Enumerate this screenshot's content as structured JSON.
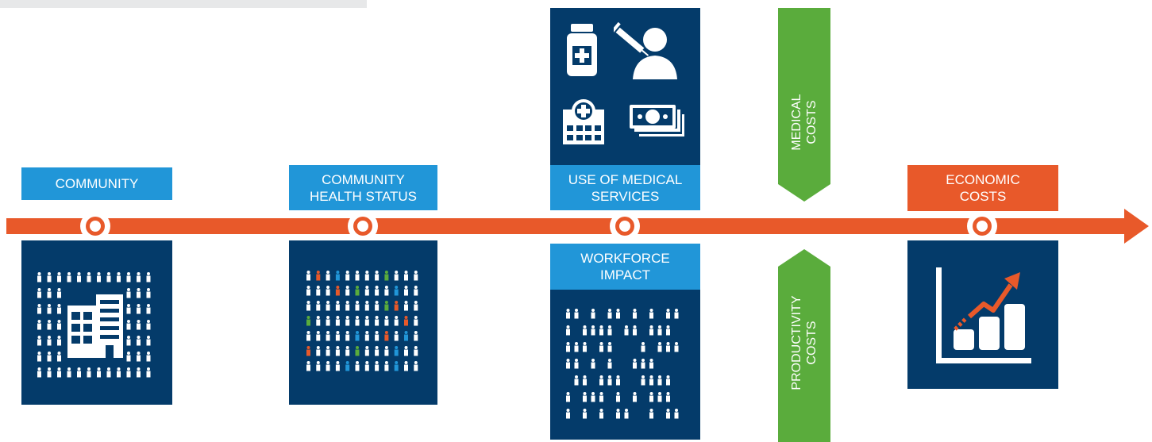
{
  "colors": {
    "navy": "#043b6a",
    "blue": "#2196d8",
    "orange": "#e8592a",
    "green": "#5aac3c",
    "white": "#ffffff",
    "red_person": "#e8592a",
    "green_person": "#5aac3c",
    "blue_person": "#2196d8"
  },
  "stages": {
    "community": {
      "label": "COMMUNITY",
      "icon": "buildings-with-people-icon"
    },
    "health_status": {
      "label_line1": "COMMUNITY",
      "label_line2": "HEALTH STATUS",
      "icon": "population-health-grid-icon"
    },
    "medical_services": {
      "label_line1": "USE OF MEDICAL",
      "label_line2": "SERVICES",
      "icons": [
        "medicine-bottle-icon",
        "vaccination-icon",
        "hospital-icon",
        "money-icon"
      ]
    },
    "workforce": {
      "label_line1": "WORKFORCE",
      "label_line2": "IMPACT",
      "icon": "sparse-workforce-icon"
    },
    "economic": {
      "label_line1": "ECONOMIC",
      "label_line2": "COSTS",
      "icon": "rising-costs-chart-icon"
    }
  },
  "cost_arrows": {
    "medical": {
      "line1": "MEDICAL",
      "line2": "COSTS"
    },
    "productivity": {
      "line1": "PRODUCTIVITY",
      "line2": "COSTS"
    }
  }
}
